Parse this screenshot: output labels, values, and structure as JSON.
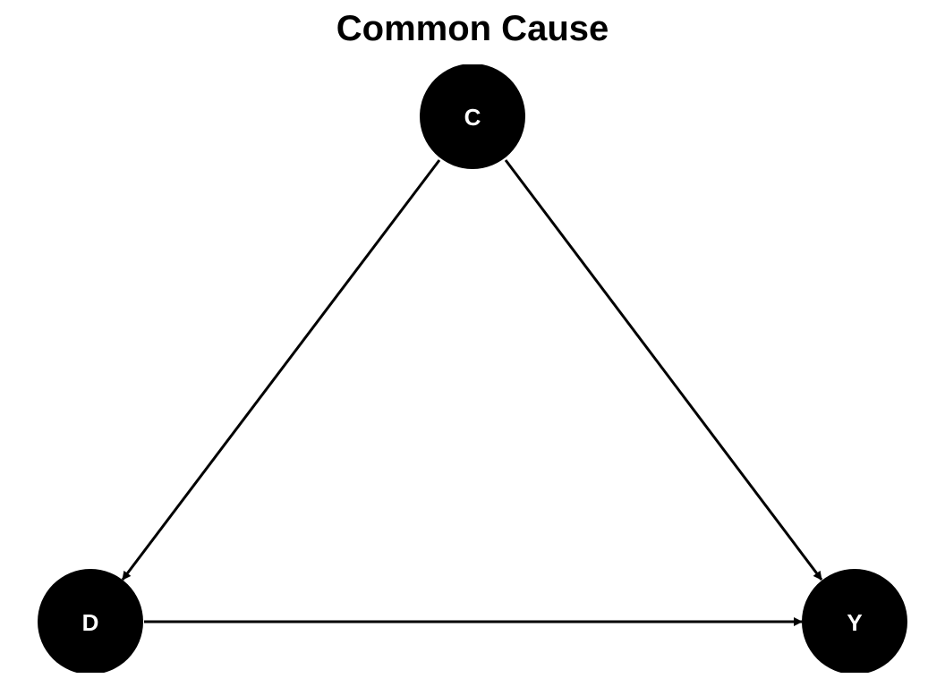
{
  "title": "Common Cause",
  "colors": {
    "node_fill": "#000000",
    "node_text": "#ffffff",
    "edge": "#000000",
    "background": "#ffffff"
  },
  "nodes": [
    {
      "id": "C",
      "label": "C"
    },
    {
      "id": "D",
      "label": "D"
    },
    {
      "id": "Y",
      "label": "Y"
    }
  ],
  "edges": [
    {
      "from": "C",
      "to": "D"
    },
    {
      "from": "C",
      "to": "Y"
    },
    {
      "from": "D",
      "to": "Y"
    }
  ]
}
